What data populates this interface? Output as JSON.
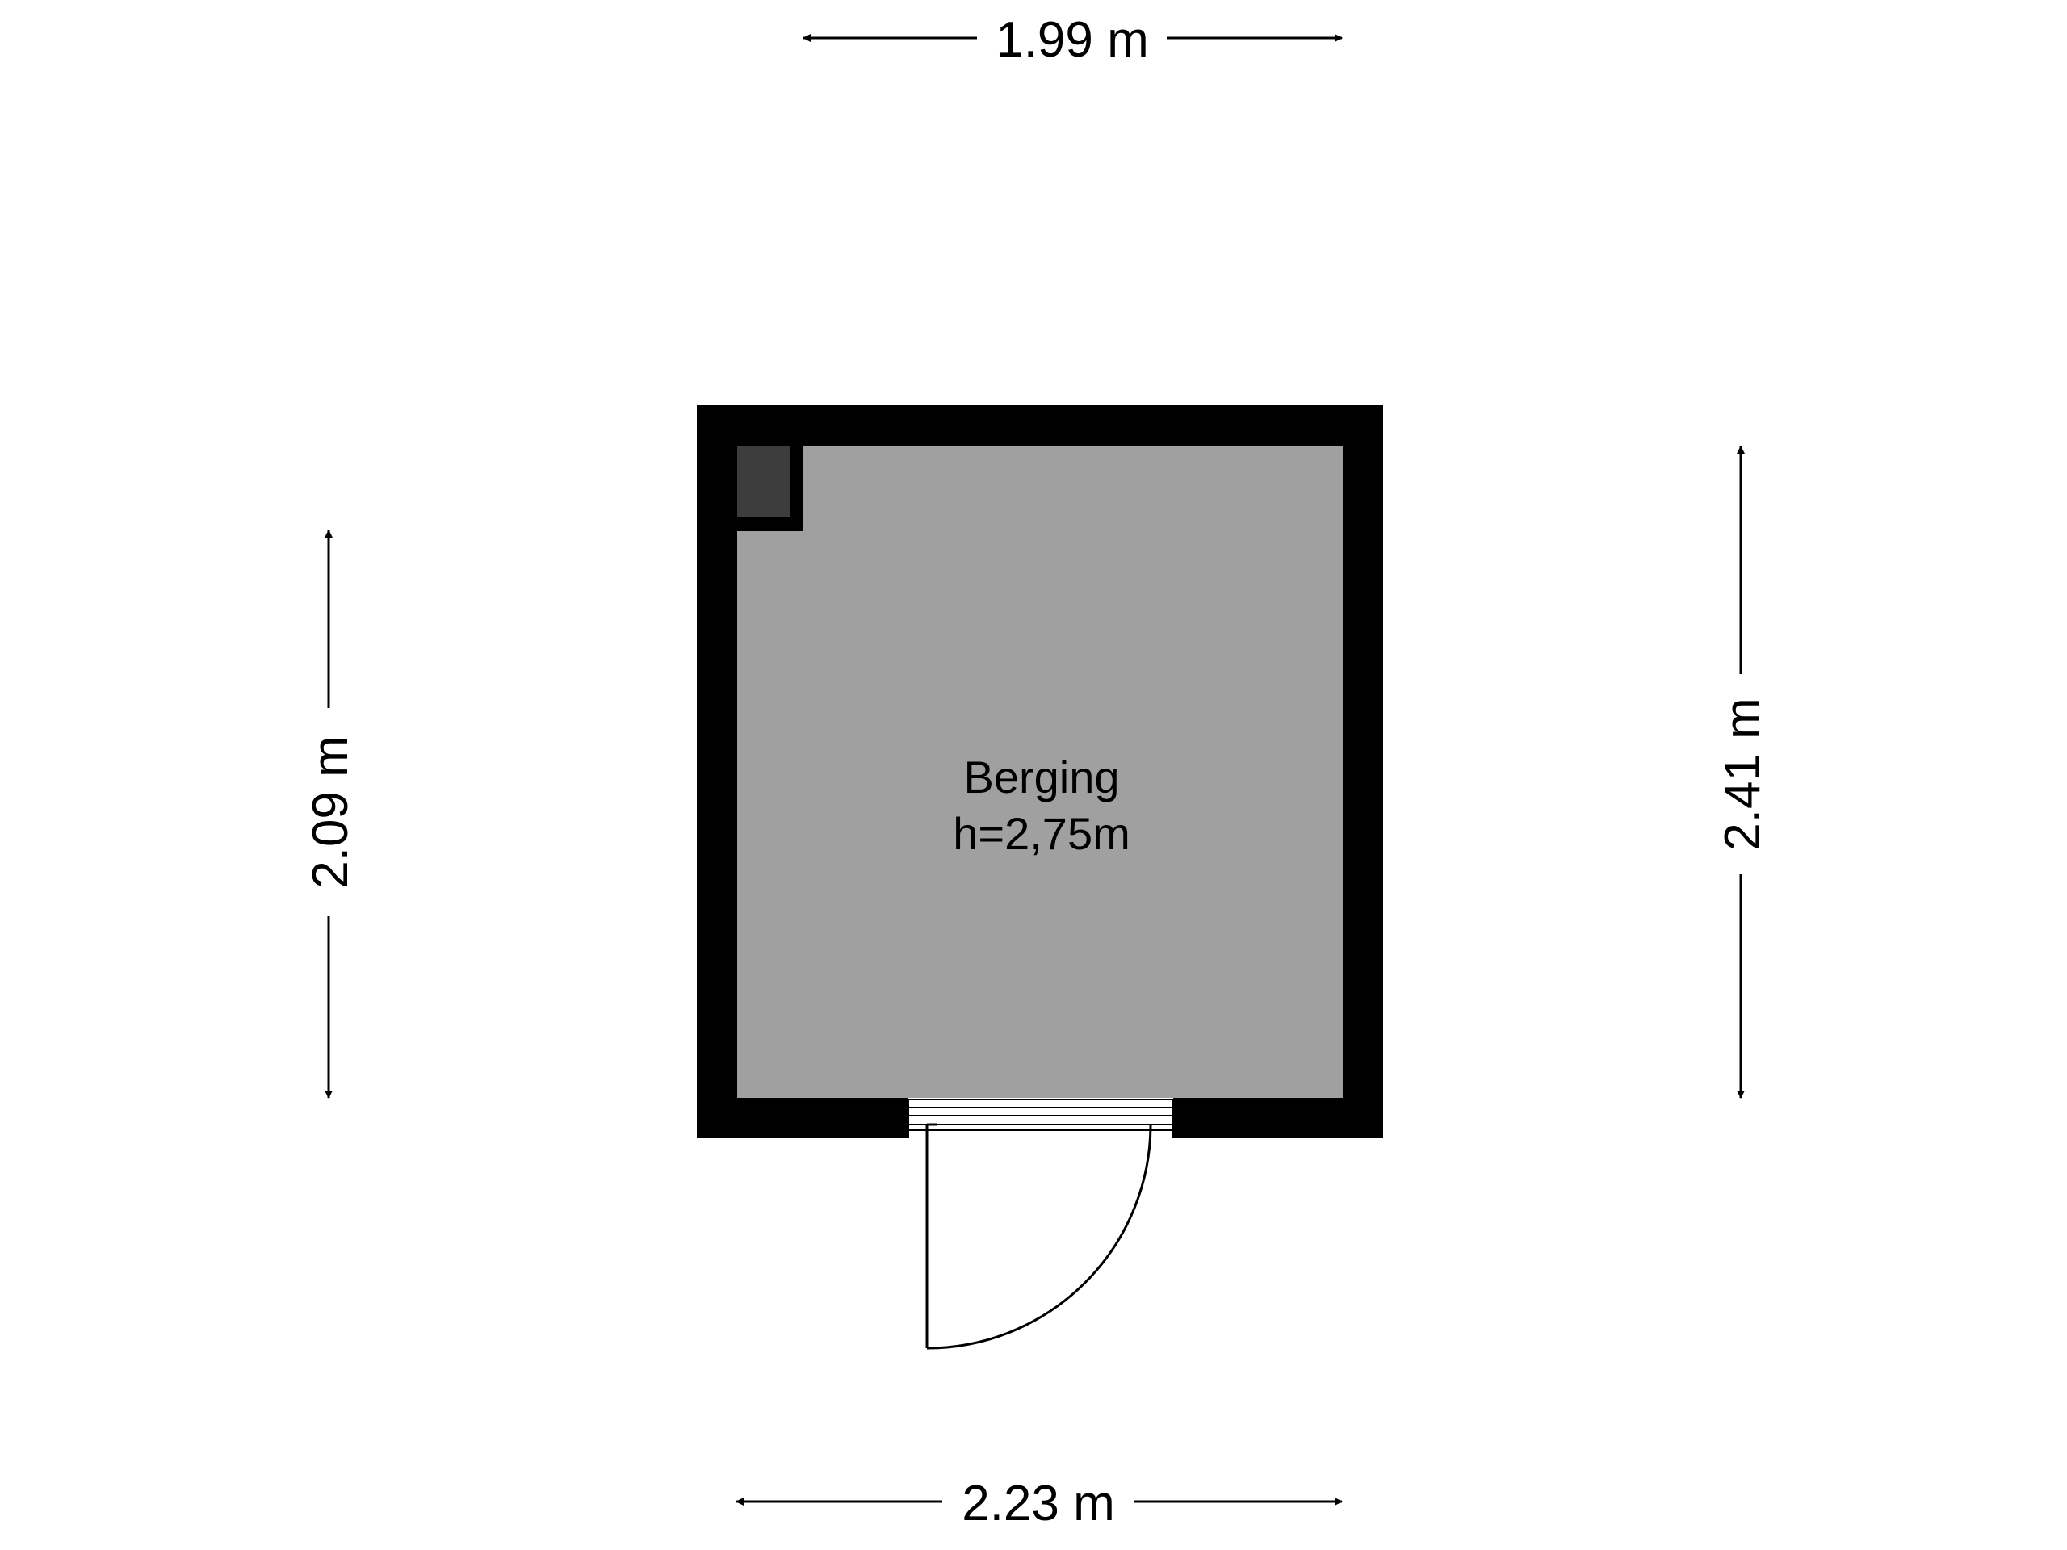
{
  "room": {
    "name": "Berging",
    "height_label": "h=2,75m"
  },
  "dimensions": {
    "top": "1.99 m",
    "bottom": "2.23 m",
    "left": "2.09 m",
    "right": "2.41 m"
  },
  "colors": {
    "wall": "#000000",
    "floor": "#a0a0a0",
    "column": "#3d3d3d",
    "background": "#ffffff"
  }
}
